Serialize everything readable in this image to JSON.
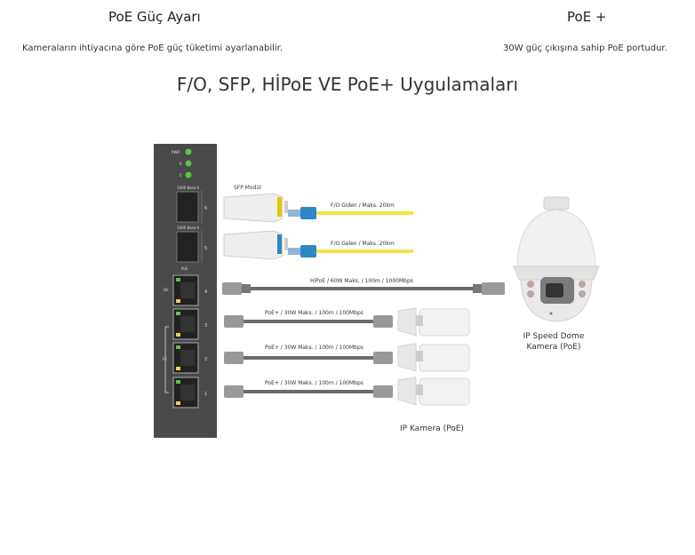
{
  "features": {
    "left": {
      "title": "PoE Güç Ayarı",
      "desc": "Kameraların ihtiyacına göre PoE güç tüketimi ayarlanabilir."
    },
    "right": {
      "title": "PoE +",
      "desc": "30W güç çıkışına sahip PoE portudur."
    }
  },
  "main_title": "F/O, SFP, HİPoE VE PoE+ Uygulamaları",
  "diagram": {
    "switch": {
      "led_labels": [
        "PWR",
        "6",
        "5"
      ],
      "sfp_port_labels": [
        "1000 Base-X",
        "1000 Base-X"
      ],
      "sfp_port_numbers": [
        "6",
        "5"
      ],
      "poe_label": "PoE",
      "de_label": "DE",
      "fe_label": "FE",
      "eth_port_numbers": [
        "4",
        "3",
        "2",
        "1"
      ]
    },
    "sfp_module_label": "SFP Modül",
    "fiber_out": "F/O Giden / Maks. 20km",
    "fiber_in": "F/O Gelen / Maks. 20km",
    "hipoe": "HiPoE / 60W Maks. / 100m / 1000Mbps",
    "poe_lines": [
      "PoE+ / 30W Maks. / 100m / 100Mbps",
      "PoE+ / 30W Maks. / 100m / 100Mbps",
      "PoE+ / 30W Maks. / 100m / 100Mbps"
    ],
    "dome_label": [
      "IP Speed Dome",
      "Kamera (PoE)"
    ],
    "ip_camera_label": "IP Kamera (PoE)",
    "colors": {
      "switch": "#4a4a4a",
      "fiber": "#f3e44a",
      "connector": "#2f86c9",
      "cable": "#6b6b6b",
      "led": "#5ec24a",
      "port_led": "#e9d945"
    }
  }
}
